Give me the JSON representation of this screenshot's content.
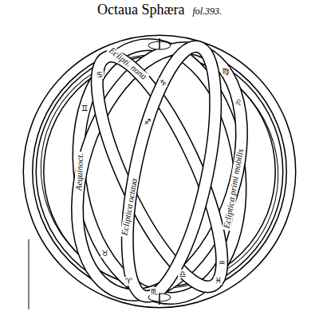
{
  "diagram": {
    "title": "Octaua Sphæra",
    "nodes": [
      {
        "text": [
          "Aequinoct."
        ]
      },
      {
        "text": [
          "Eclipti. nona"
        ]
      },
      {
        "text": [
          "Ecliptica octaua"
        ]
      },
      {
        "text": [
          "Ecliptica primi mobilis"
        ]
      }
    ],
    "labels": [
      "fol.393.",
      "♈",
      "♉",
      "♊",
      "♋",
      "♌",
      "♍",
      "♎",
      "♏",
      "♐",
      "♑",
      "♒",
      "♓"
    ]
  }
}
